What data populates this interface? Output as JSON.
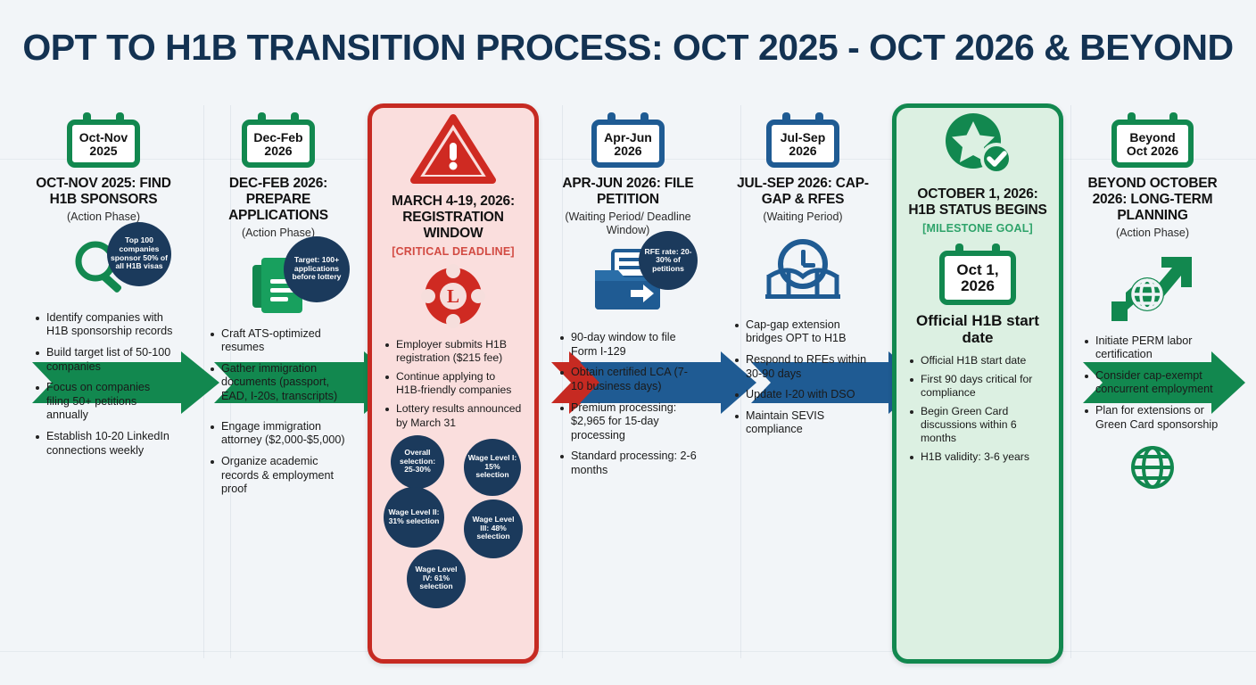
{
  "title": "OPT TO H1B TRANSITION PROCESS: OCT 2025 - OCT 2026 & BEYOND",
  "colors": {
    "green": "#12884f",
    "blue": "#1f5b93",
    "red": "#c62a22",
    "navy_bubble": "#1b3a5c",
    "title": "#133252",
    "critical_tag": "#d24a42",
    "milestone_tag": "#2ea36a",
    "critical_card_bg": "#fadedd",
    "milestone_card_bg": "#dcf0e2",
    "page_bg": "#f2f5f8"
  },
  "stages": [
    {
      "calendar": {
        "line1": "Oct-Nov",
        "line2": "2025",
        "color": "#12884f"
      },
      "heading": "OCT-NOV 2025: FIND H1B SPONSORS",
      "subtitle": "(Action Phase)",
      "tag": "",
      "icon": "magnifier-icon",
      "bubble": "Top 100 companies sponsor 50% of all H1B visas",
      "bullets": [
        "Identify companies with H1B sponsorship records",
        "Build target list of 50-100 companies",
        "Focus on companies filing 50+ petitions annually",
        "Establish 10-20 LinkedIn connections weekly"
      ]
    },
    {
      "calendar": {
        "line1": "Dec-Feb",
        "line2": "2026",
        "color": "#12884f"
      },
      "heading": "DEC-FEB 2026: PREPARE APPLICATIONS",
      "subtitle": "(Action Phase)",
      "tag": "",
      "icon": "documents-icon",
      "bubble": "Target: 100+ applications before lottery",
      "bullets": [
        "Craft ATS-optimized resumes",
        "Gather immigration documents (passport, EAD, I-20s, transcripts)",
        "Engage immigration attorney ($2,000-$5,000)",
        "Organize academic records & employment proof"
      ]
    },
    {
      "calendar": null,
      "heading": "MARCH 4-19, 2026: REGISTRATION WINDOW",
      "subtitle": "",
      "tag": "[CRITICAL DEADLINE]",
      "icon": "warning-triangle-icon",
      "secondary_icon": "lottery-ball-icon",
      "bubble": "",
      "bullets": [
        "Employer submits H1B registration ($215 fee)",
        "Continue applying to H1B-friendly companies",
        "Lottery results announced by March 31"
      ],
      "wage_bubbles": [
        "Overall selection: 25-30%",
        "Wage Level I: 15% selection",
        "Wage Level II: 31% selection",
        "Wage Level III: 48% selection",
        "Wage Level IV: 61% selection"
      ]
    },
    {
      "calendar": {
        "line1": "Apr-Jun",
        "line2": "2026",
        "color": "#1f5b93"
      },
      "heading": "APR-JUN 2026: FILE PETITION",
      "subtitle": "(Waiting Period/ Deadline Window)",
      "tag": "",
      "icon": "file-send-icon",
      "bubble": "RFE rate: 20-30% of petitions",
      "bullets": [
        "90-day window to file Form I-129",
        "Obtain certified LCA (7-10 business days)",
        "Premium processing: $2,965 for 15-day processing",
        "Standard processing: 2-6 months"
      ]
    },
    {
      "calendar": {
        "line1": "Jul-Sep",
        "line2": "2026",
        "color": "#1f5b93"
      },
      "heading": "JUL-SEP 2026: CAP-GAP & RFEs",
      "subtitle": "(Waiting Period)",
      "tag": "",
      "icon": "bridge-clock-icon",
      "bubble": "",
      "bullets": [
        "Cap-gap extension bridges OPT to H1B",
        "Respond to RFEs within 30-90 days",
        "Update I-20 with DSO",
        "Maintain SEVIS compliance"
      ]
    },
    {
      "calendar": {
        "line1": "Oct 1,",
        "line2": "2026",
        "color": "#12884f"
      },
      "heading": "OCTOBER 1, 2026: H1B STATUS BEGINS",
      "subtitle": "",
      "tag": "[MILESTONE GOAL]",
      "icon": "star-check-icon",
      "midtitle": "Official H1B start date",
      "bubble": "",
      "bullets": [
        "Official H1B start date",
        "First 90 days critical for compliance",
        "Begin Green Card discussions within 6 months",
        "H1B validity: 3-6 years"
      ]
    },
    {
      "calendar": {
        "line1": "Beyond",
        "line2": "Oct 2026",
        "color": "#12884f"
      },
      "heading": "BEYOND OCTOBER 2026: LONG-TERM PLANNING",
      "subtitle": "(Action Phase)",
      "tag": "",
      "icon": "globe-growth-arrow-icon",
      "footer_icon": "globe-icon",
      "bubble": "",
      "bullets": [
        "Initiate PERM labor certification",
        "Consider cap-exempt concurrent employment",
        "Plan for extensions or Green Card sponsorship"
      ]
    }
  ],
  "arrows": [
    {
      "name": "arrow-stage1-to-stage2",
      "color": "#12884f"
    },
    {
      "name": "arrow-stage2-to-stage3",
      "color": "#12884f"
    },
    {
      "name": "arrow-stage3-to-stage4",
      "color": "#c62a22"
    },
    {
      "name": "arrow-stage4-to-stage5",
      "color": "#1f5b93"
    },
    {
      "name": "arrow-stage5-to-stage6",
      "color": "#1f5b93"
    },
    {
      "name": "arrow-stage6-to-stage7",
      "color": "#12884f"
    }
  ]
}
